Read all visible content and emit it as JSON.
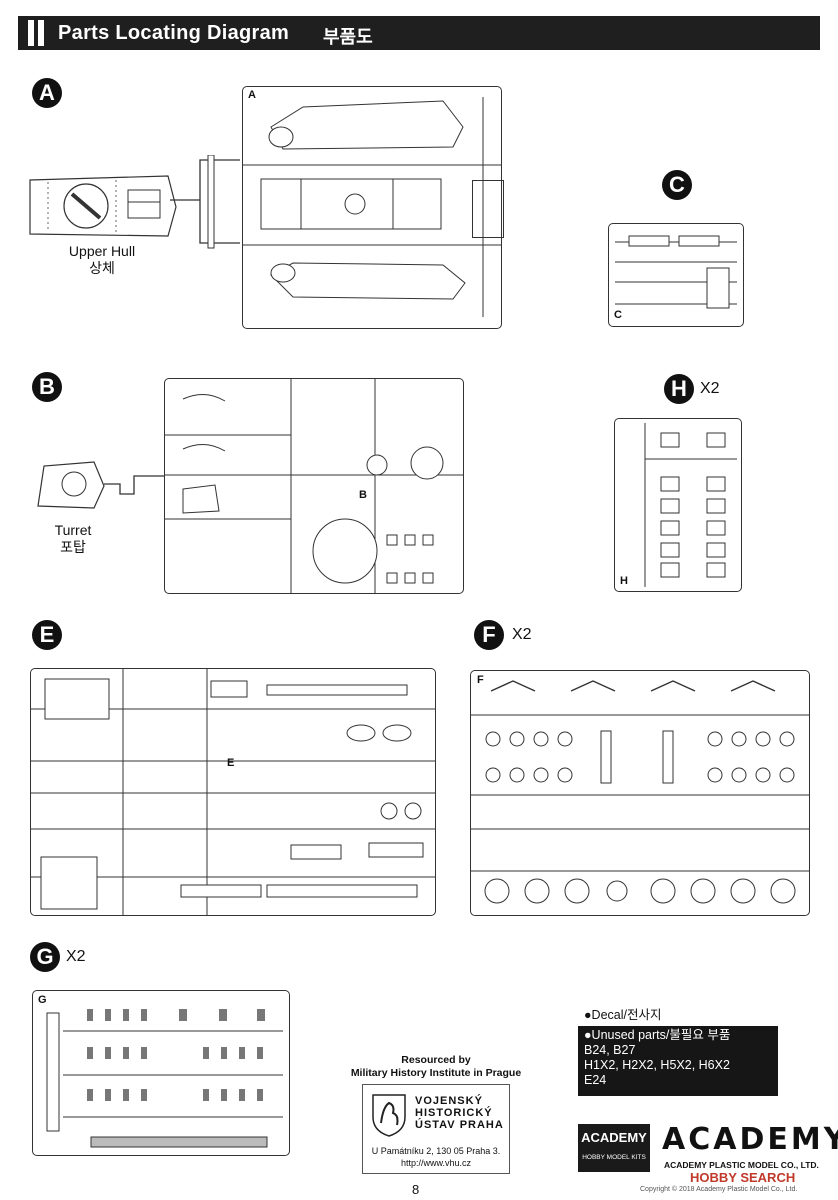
{
  "header": {
    "title": "Parts Locating Diagram",
    "subtitle": "부품도"
  },
  "sections": {
    "A": {
      "letter": "A",
      "runner_label": "A",
      "caption_en": "Upper Hull",
      "caption_ko": "상체"
    },
    "B": {
      "letter": "B",
      "runner_label": "B",
      "caption_en": "Turret",
      "caption_ko": "포탑"
    },
    "C": {
      "letter": "C",
      "runner_label": "C"
    },
    "H": {
      "letter": "H",
      "runner_label": "H",
      "multiplier": "X2"
    },
    "E": {
      "letter": "E",
      "runner_label": "E"
    },
    "F": {
      "letter": "F",
      "runner_label": "F",
      "multiplier": "X2"
    },
    "G": {
      "letter": "G",
      "runner_label": "G",
      "multiplier": "X2"
    }
  },
  "decal_note": "●Decal/전사지",
  "unused_parts": {
    "heading": "●Unused parts/불필요 부품",
    "lines": [
      "B24, B27",
      "H1X2, H2X2, H5X2, H6X2",
      "E24"
    ]
  },
  "resource": {
    "heading_1": "Resourced by",
    "heading_2": "Military History Institute in Prague",
    "logo_lines": [
      "VOJENSKÝ",
      "HISTORICKÝ",
      "ÚSTAV PRAHA"
    ],
    "address": "U Památníku 2, 130 05 Praha 3.",
    "url": "http://www.vhu.cz"
  },
  "academy": {
    "badge_top": "ACADEMY",
    "badge_bottom": "HOBBY MODEL KITS",
    "logo": "ACADEMY",
    "company": "ACADEMY PLASTIC MODEL CO., LTD."
  },
  "page_number": "8",
  "watermark": "HOBBY SEARCH",
  "copyright": "Copyright © 2018 Academy Plastic Model Co., Ltd."
}
